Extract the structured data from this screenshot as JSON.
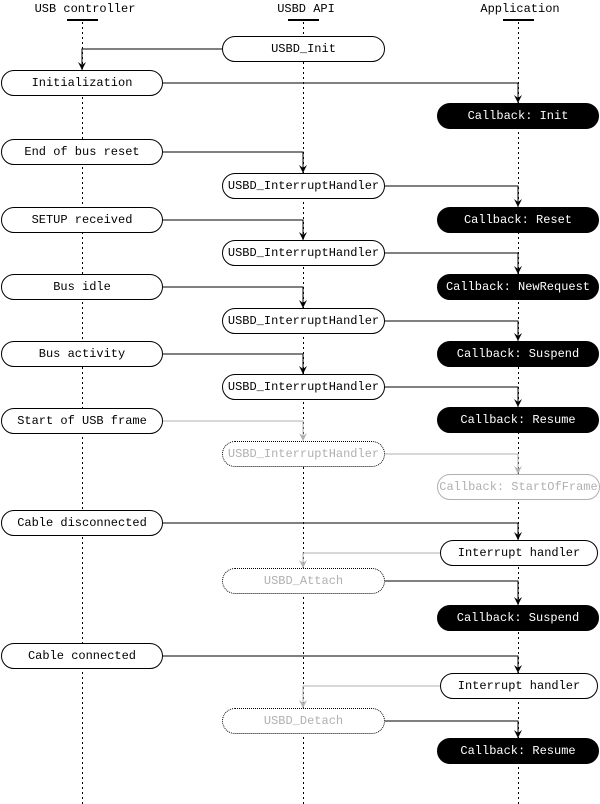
{
  "headers": {
    "left": "USB controller",
    "middle": "USBD API",
    "right": "Application"
  },
  "boxes": {
    "usbd_init": "USBD_Init",
    "initialization": "Initialization",
    "callback_init": "Callback: Init",
    "end_of_bus_reset": "End of bus reset",
    "interrupt_handler_1": "USBD_InterruptHandler",
    "callback_reset": "Callback: Reset",
    "setup_received": "SETUP received",
    "interrupt_handler_2": "USBD_InterruptHandler",
    "callback_newrequest": "Callback: NewRequest",
    "bus_idle": "Bus idle",
    "interrupt_handler_3": "USBD_InterruptHandler",
    "callback_suspend_1": "Callback: Suspend",
    "bus_activity": "Bus activity",
    "interrupt_handler_4": "USBD_InterruptHandler",
    "callback_resume_1": "Callback: Resume",
    "start_of_usb_frame": "Start of USB frame",
    "interrupt_handler_5": "USBD_InterruptHandler",
    "callback_startofframe": "Callback: StartOfFrame",
    "cable_disconnected": "Cable disconnected",
    "app_interrupt_handler_1": "Interrupt handler",
    "usbd_attach": "USBD_Attach",
    "callback_suspend_2": "Callback: Suspend",
    "cable_connected": "Cable connected",
    "app_interrupt_handler_2": "Interrupt handler",
    "usbd_detach": "USBD_Detach",
    "callback_resume_2": "Callback: Resume"
  },
  "colors": {
    "active": "#000000",
    "inactive": "#b0b0b0",
    "callback_bg": "#000000",
    "callback_text": "#ffffff",
    "bg": "#ffffff"
  }
}
